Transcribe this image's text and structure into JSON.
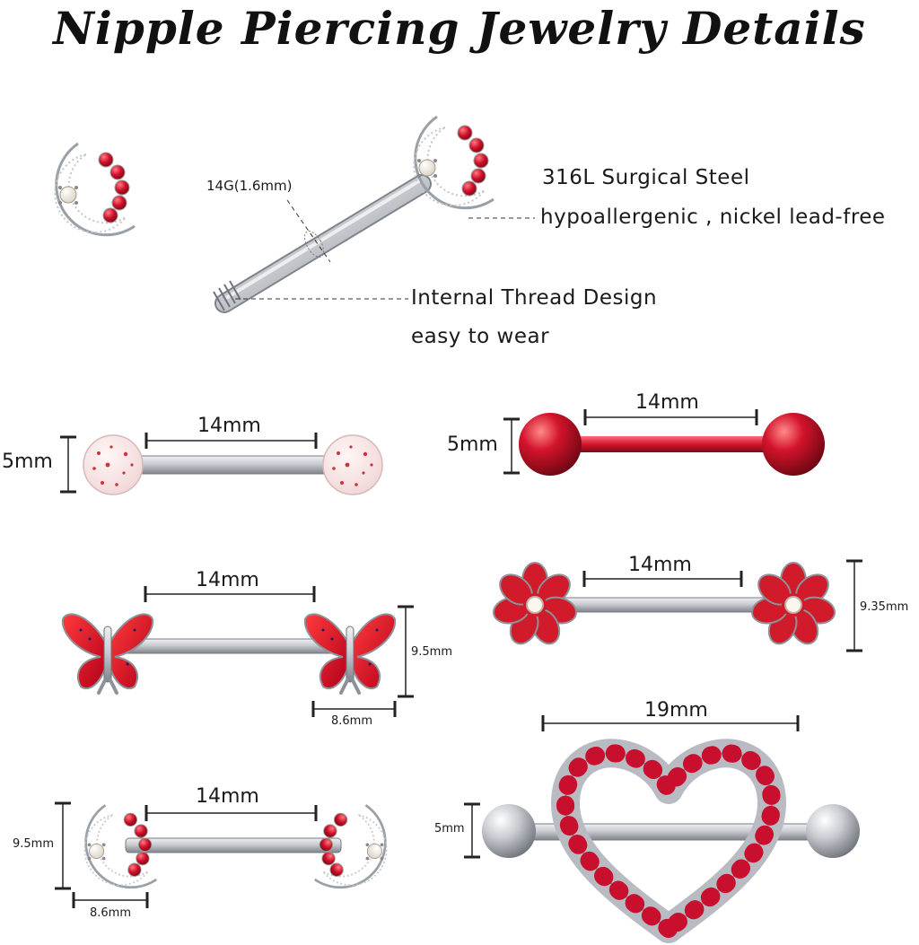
{
  "title": "Nipple Piercing Jewelry Details",
  "callouts": {
    "gauge": "14G(1.6mm)",
    "material": "316L Surgical Steel",
    "hypo": "hypoallergenic , nickel lead-free",
    "thread": "Internal Thread Design",
    "wear": "easy to wear"
  },
  "dimensions": {
    "glitter_length": "14mm",
    "glitter_ball": "5mm",
    "red_length": "14mm",
    "red_ball": "5mm",
    "butterfly_length": "14mm",
    "butterfly_height": "9.5mm",
    "butterfly_width": "8.6mm",
    "flower_length": "14mm",
    "flower_height": "9.35mm",
    "moon_length": "14mm",
    "moon_height": "9.5mm",
    "moon_width": "8.6mm",
    "heart_length": "19mm",
    "heart_ball": "5mm"
  },
  "colors": {
    "steel": "#c9ccd1",
    "steel_dark": "#8d9299",
    "ruby": "#c8102e",
    "ruby_dark": "#8a0a1c",
    "pearl": "#f4efe6"
  },
  "icons": [
    "moon-pearl-charm",
    "butterfly",
    "daisy-flower",
    "heart-shield",
    "ball-end"
  ]
}
